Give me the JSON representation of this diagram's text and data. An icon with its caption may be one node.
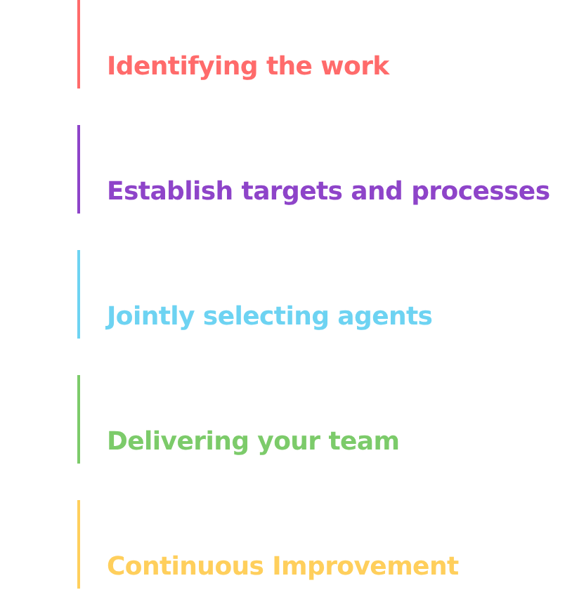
{
  "diagram": {
    "nodes": [
      {
        "text": [
          "Identifying the work"
        ]
      },
      {
        "text": [
          "Establish targets and processes"
        ]
      },
      {
        "text": [
          "Jointly selecting agents"
        ]
      },
      {
        "text": [
          "Delivering your team"
        ]
      },
      {
        "text": [
          "Continuous Improvement"
        ]
      }
    ]
  }
}
